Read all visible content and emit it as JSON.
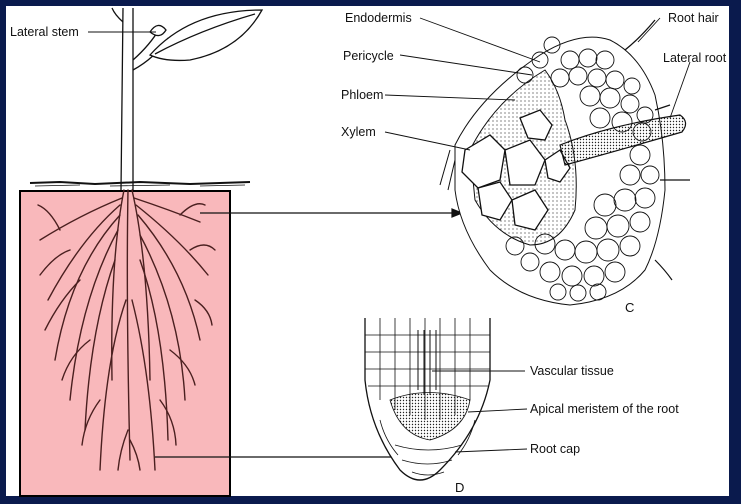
{
  "labels": {
    "lateral_stem": "Lateral stem",
    "endodermis": "Endodermis",
    "pericycle": "Pericycle",
    "phloem": "Phloem",
    "xylem": "Xylem",
    "root_hair": "Root hair",
    "lateral_root": "Lateral root",
    "panel_c": "C",
    "vascular_tissue": "Vascular tissue",
    "apical_meristem": "Apical meristem of the root",
    "root_cap": "Root cap",
    "panel_d": "D"
  },
  "colors": {
    "frame": "#0a1a4d",
    "highlight_fill": "#f9b8bb",
    "highlight_border": "#000000",
    "line": "#111111"
  }
}
